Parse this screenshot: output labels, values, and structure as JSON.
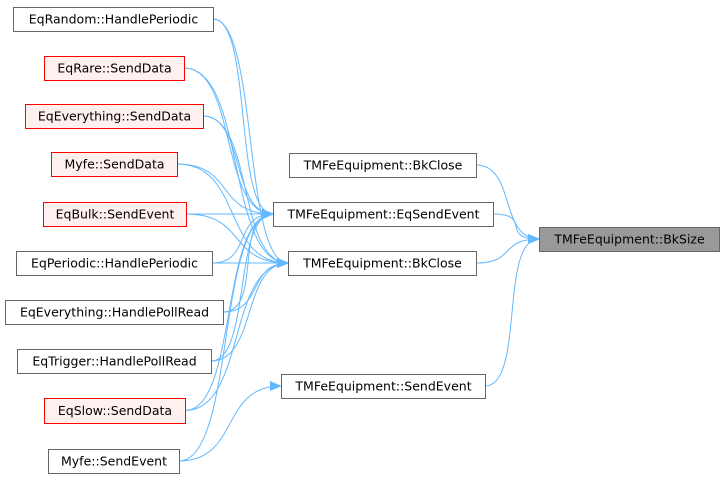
{
  "colors": {
    "edge": "#63b8ff",
    "normal_border": "#666666",
    "normal_fill": "#ffffff",
    "red_border": "#ff0000",
    "red_fill": "#fff0f0",
    "focus_fill": "#999999",
    "focus_border": "#666666"
  },
  "nodes": [
    {
      "id": "n_random_handle",
      "label": "EqRandom::HandlePeriodic",
      "style": "normal"
    },
    {
      "id": "n_rare_send",
      "label": "EqRare::SendData",
      "style": "red"
    },
    {
      "id": "n_everything_send",
      "label": "EqEverything::SendData",
      "style": "red"
    },
    {
      "id": "n_myfe_send",
      "label": "Myfe::SendData",
      "style": "red"
    },
    {
      "id": "n_bulk_send",
      "label": "EqBulk::SendEvent",
      "style": "red"
    },
    {
      "id": "n_periodic_handle",
      "label": "EqPeriodic::HandlePeriodic",
      "style": "normal"
    },
    {
      "id": "n_everything_poll",
      "label": "EqEverything::HandlePollRead",
      "style": "normal"
    },
    {
      "id": "n_trigger_poll",
      "label": "EqTrigger::HandlePollRead",
      "style": "normal"
    },
    {
      "id": "n_slow_send",
      "label": "EqSlow::SendData",
      "style": "red"
    },
    {
      "id": "n_myfe_sendevent",
      "label": "Myfe::SendEvent",
      "style": "normal"
    },
    {
      "id": "n_tmfe_bkclose_top",
      "label": "TMFeEquipment::BkClose",
      "style": "normal"
    },
    {
      "id": "n_tmfe_eqsendevent",
      "label": "TMFeEquipment::EqSendEvent",
      "style": "normal"
    },
    {
      "id": "n_tmfe_bkclose",
      "label": "TMFeEquipment::BkClose",
      "style": "normal"
    },
    {
      "id": "n_tmfe_sendevent",
      "label": "TMFeEquipment::SendEvent",
      "style": "normal"
    },
    {
      "id": "n_tmfe_bksize",
      "label": "TMFeEquipment::BkSize",
      "style": "focus"
    }
  ],
  "edges": [
    {
      "from": "n_tmfe_bkclose_top",
      "to": "n_tmfe_bksize"
    },
    {
      "from": "n_tmfe_eqsendevent",
      "to": "n_tmfe_bksize"
    },
    {
      "from": "n_tmfe_bkclose",
      "to": "n_tmfe_bksize"
    },
    {
      "from": "n_tmfe_sendevent",
      "to": "n_tmfe_bksize"
    },
    {
      "from": "n_random_handle",
      "to": "n_tmfe_eqsendevent"
    },
    {
      "from": "n_rare_send",
      "to": "n_tmfe_eqsendevent"
    },
    {
      "from": "n_everything_send",
      "to": "n_tmfe_eqsendevent"
    },
    {
      "from": "n_myfe_send",
      "to": "n_tmfe_eqsendevent"
    },
    {
      "from": "n_bulk_send",
      "to": "n_tmfe_eqsendevent"
    },
    {
      "from": "n_periodic_handle",
      "to": "n_tmfe_eqsendevent"
    },
    {
      "from": "n_everything_poll",
      "to": "n_tmfe_eqsendevent"
    },
    {
      "from": "n_trigger_poll",
      "to": "n_tmfe_eqsendevent"
    },
    {
      "from": "n_slow_send",
      "to": "n_tmfe_eqsendevent"
    },
    {
      "from": "n_myfe_sendevent",
      "to": "n_tmfe_eqsendevent"
    },
    {
      "from": "n_random_handle",
      "to": "n_tmfe_bkclose"
    },
    {
      "from": "n_rare_send",
      "to": "n_tmfe_bkclose"
    },
    {
      "from": "n_everything_send",
      "to": "n_tmfe_bkclose"
    },
    {
      "from": "n_myfe_send",
      "to": "n_tmfe_bkclose"
    },
    {
      "from": "n_bulk_send",
      "to": "n_tmfe_bkclose"
    },
    {
      "from": "n_periodic_handle",
      "to": "n_tmfe_bkclose"
    },
    {
      "from": "n_everything_poll",
      "to": "n_tmfe_bkclose"
    },
    {
      "from": "n_trigger_poll",
      "to": "n_tmfe_bkclose"
    },
    {
      "from": "n_slow_send",
      "to": "n_tmfe_bkclose"
    },
    {
      "from": "n_myfe_sendevent",
      "to": "n_tmfe_sendevent"
    }
  ]
}
